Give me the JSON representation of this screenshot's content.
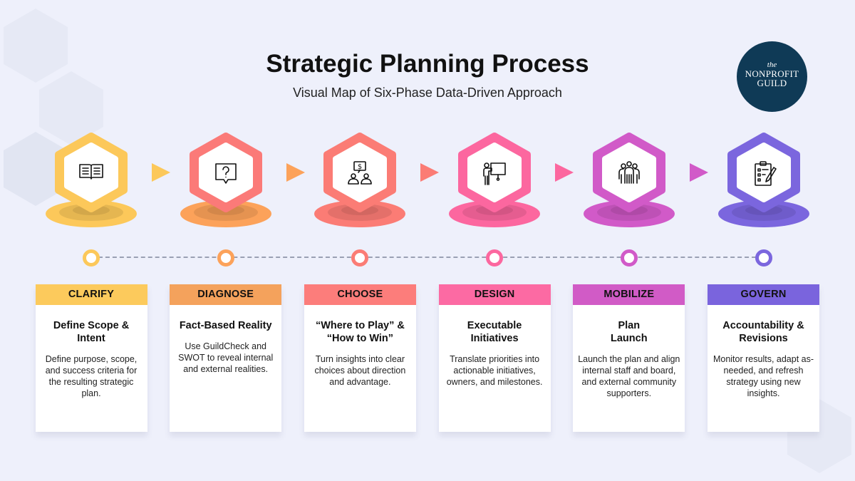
{
  "header": {
    "title": "Strategic Planning Process",
    "subtitle": "Visual Map of Six-Phase Data-Driven Approach"
  },
  "logo": {
    "the": "the",
    "line1": "NONPROFIT",
    "line2": "GUILD"
  },
  "phases": [
    {
      "label": "CLARIFY",
      "title": "Define Scope & Intent",
      "desc": "Define purpose, scope, and success criteria for the resulting strategic plan.",
      "icon": "open-book-icon",
      "hex_color": "#fcc85a",
      "base_color": "#fcc85a",
      "header_color": "#fcca5c",
      "dot_color": "#fcc85a",
      "arrow_color": "#fcc85a"
    },
    {
      "label": "DIAGNOSE",
      "title": "Fact-Based Reality",
      "desc": "Use GuildCheck and SWOT to reveal internal and external realities.",
      "icon": "question-bubble-icon",
      "hex_color": "#fb7a78",
      "base_color": "#fca25a",
      "header_color": "#f4a25c",
      "dot_color": "#fca25a",
      "arrow_color": "#fca25a"
    },
    {
      "label": "CHOOSE",
      "title": "“Where to Play” & “How to Win”",
      "desc": "Turn insights into clear choices about direction and advantage.",
      "icon": "money-discussion-icon",
      "hex_color": "#fb7c75",
      "base_color": "#fb7c75",
      "header_color": "#fc7d7b",
      "dot_color": "#fb7c75",
      "arrow_color": "#fb7c75"
    },
    {
      "label": "DESIGN",
      "title": "Executable Initiatives",
      "desc": "Translate priorities into actionable initiatives, owners, and milestones.",
      "icon": "presenter-board-icon",
      "hex_color": "#fc679f",
      "base_color": "#fc679f",
      "header_color": "#fc6aa3",
      "dot_color": "#fc679f",
      "arrow_color": "#fc679f"
    },
    {
      "label": "MOBILIZE",
      "title": "Plan Launch",
      "desc": "Launch the plan and align internal staff and board, and external community supporters.",
      "icon": "team-icon",
      "hex_color": "#d15ac8",
      "base_color": "#d15ac8",
      "header_color": "#d15bc6",
      "dot_color": "#d15ac8",
      "arrow_color": "#d15ac8"
    },
    {
      "label": "GOVERN",
      "title": "Accountability & Revisions",
      "desc": "Monitor results, adapt as-needed, and refresh strategy using new insights.",
      "icon": "clipboard-checklist-icon",
      "hex_color": "#7b66de",
      "base_color": "#7b66de",
      "header_color": "#7a64dd",
      "dot_color": "#7b66de",
      "arrow_color": null
    }
  ]
}
